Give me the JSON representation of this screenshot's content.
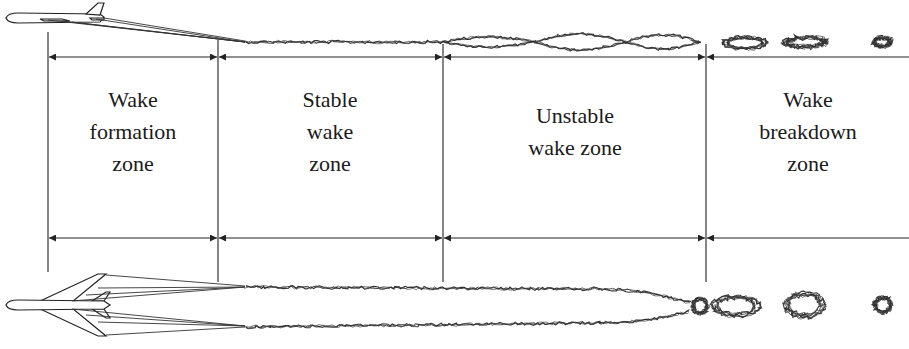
{
  "diagram": {
    "labels": [
      "Wake formation zone",
      "Stable wake zone",
      "Unstable wake zone",
      "Wake breakdown zone"
    ]
  }
}
